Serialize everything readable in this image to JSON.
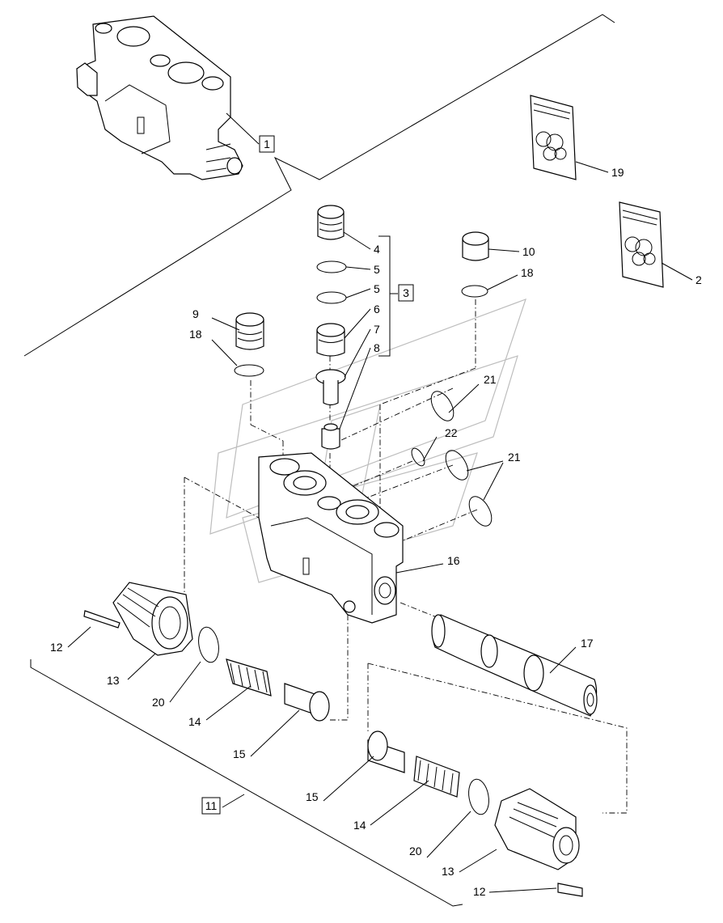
{
  "callouts": {
    "c1": "1",
    "c2": "2",
    "c3": "3",
    "c4": "4",
    "c5a": "5",
    "c5b": "5",
    "c6": "6",
    "c7": "7",
    "c8": "8",
    "c9": "9",
    "c10": "10",
    "c11": "11",
    "c12a": "12",
    "c12b": "12",
    "c13a": "13",
    "c13b": "13",
    "c14a": "14",
    "c14b": "14",
    "c15a": "15",
    "c15b": "15",
    "c16": "16",
    "c17": "17",
    "c18a": "18",
    "c18b": "18",
    "c19": "19",
    "c20a": "20",
    "c20b": "20",
    "c21a": "21",
    "c21b": "21",
    "c22": "22"
  }
}
